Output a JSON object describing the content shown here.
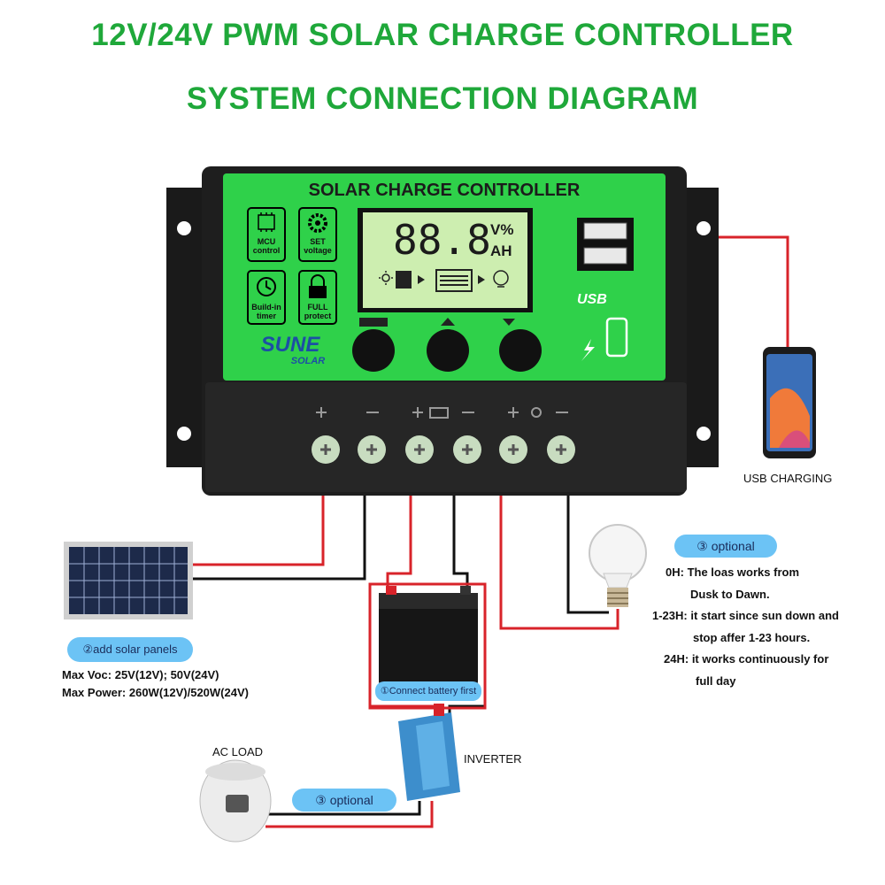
{
  "title_line1": "12V/24V PWM SOLAR CHARGE CONTROLLER",
  "title_line2": "SYSTEM CONNECTION DIAGRAM",
  "controller": {
    "header": "SOLAR CHARGE CONTROLLER",
    "features": [
      {
        "line1": "MCU",
        "line2": "control",
        "icon": "chip-icon"
      },
      {
        "line1": "SET",
        "line2": "voltage",
        "icon": "gear-icon"
      },
      {
        "line1": "Build-in",
        "line2": "timer",
        "icon": "clock-icon"
      },
      {
        "line1": "FULL",
        "line2": "protect",
        "icon": "lock-icon"
      }
    ],
    "lcd_digits": "88.8",
    "lcd_unit_top": "V%",
    "lcd_unit_bottom": "AH",
    "brand_top": "SUNE",
    "brand_bottom": "SOLAR",
    "usb_label": "USB"
  },
  "labels": {
    "usb_charging": "USB CHARGING",
    "add_solar": "②add solar panels",
    "max_voc": "Max Voc: 25V(12V); 50V(24V)",
    "max_power": "Max Power: 260W(12V)/520W(24V)",
    "battery": "①Connect battery first",
    "inverter": "INVERTER",
    "ac_load": "AC LOAD",
    "optional_bottom": "③ optional",
    "optional_right": "③ optional"
  },
  "timer_notes": [
    {
      "key": "0H:",
      "text": "The loas works from",
      "cont": "Dusk to Dawn."
    },
    {
      "key": "1-23H:",
      "text": "it start since sun down and",
      "cont": "stop affer 1-23 hours."
    },
    {
      "key": "24H:",
      "text": "it works continuously for",
      "cont": "full day"
    }
  ],
  "colors": {
    "title_green": "#1fa83a",
    "panel_green": "#2fd14a",
    "body_dark": "#1e1e1e",
    "wire_red": "#d8232a",
    "pill_blue": "#6cc3f5",
    "lcd_green": "#cdeeb0"
  }
}
